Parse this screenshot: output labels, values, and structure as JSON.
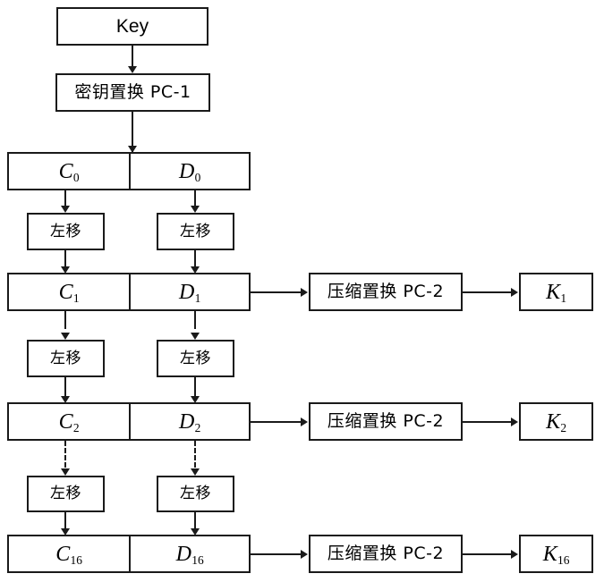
{
  "diagram": {
    "title": "DES key schedule",
    "colors": {
      "stroke": "#1a1a1a",
      "background": "#ffffff",
      "text": "#000000"
    },
    "nodes": {
      "key": "Key",
      "pc1": "密钥置换 PC-1",
      "shift": "左移",
      "pc2": "压缩置换 PC-2"
    },
    "registers": [
      {
        "c": "C",
        "c_sub": "0",
        "d": "D",
        "d_sub": "0"
      },
      {
        "c": "C",
        "c_sub": "1",
        "d": "D",
        "d_sub": "1"
      },
      {
        "c": "C",
        "c_sub": "2",
        "d": "D",
        "d_sub": "2"
      },
      {
        "c": "C",
        "c_sub": "16",
        "d": "D",
        "d_sub": "16"
      }
    ],
    "subkeys": [
      {
        "k": "K",
        "k_sub": "1"
      },
      {
        "k": "K",
        "k_sub": "2"
      },
      {
        "k": "K",
        "k_sub": "16"
      }
    ],
    "shift_rows": [
      {
        "left": "左移",
        "right": "左移"
      },
      {
        "left": "左移",
        "right": "左移"
      },
      {
        "left": "左移",
        "right": "左移"
      }
    ],
    "pc2_rows": [
      "压缩置换 PC-2",
      "压缩置换 PC-2",
      "压缩置换 PC-2"
    ]
  }
}
